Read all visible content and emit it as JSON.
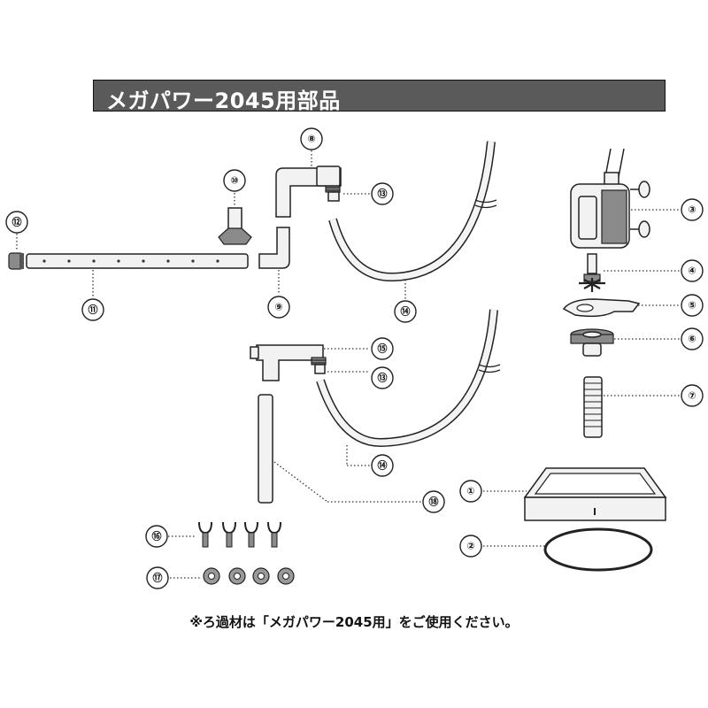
{
  "header": {
    "title": "メガパワー2045用部品"
  },
  "footer": {
    "note": "※ろ過材は「メガパワー2045用」をご使用ください。"
  },
  "parts": [
    {
      "id": "1",
      "label": "①"
    },
    {
      "id": "2",
      "label": "②"
    },
    {
      "id": "3",
      "label": "③"
    },
    {
      "id": "4",
      "label": "④"
    },
    {
      "id": "5",
      "label": "⑤"
    },
    {
      "id": "6",
      "label": "⑥"
    },
    {
      "id": "7",
      "label": "⑦"
    },
    {
      "id": "8",
      "label": "⑧"
    },
    {
      "id": "9",
      "label": "⑨"
    },
    {
      "id": "10",
      "label": "⑩"
    },
    {
      "id": "11",
      "label": "⑪"
    },
    {
      "id": "12",
      "label": "⑫"
    },
    {
      "id": "13",
      "label": "⑬"
    },
    {
      "id": "13b",
      "label": "⑬"
    },
    {
      "id": "14",
      "label": "⑭"
    },
    {
      "id": "14b",
      "label": "⑭"
    },
    {
      "id": "15",
      "label": "⑮"
    },
    {
      "id": "16",
      "label": "⑯"
    },
    {
      "id": "17",
      "label": "⑰"
    },
    {
      "id": "18",
      "label": "⑱"
    }
  ],
  "colors": {
    "banner": "#5a5a5a",
    "banner_text": "#ffffff",
    "line": "#222222"
  }
}
